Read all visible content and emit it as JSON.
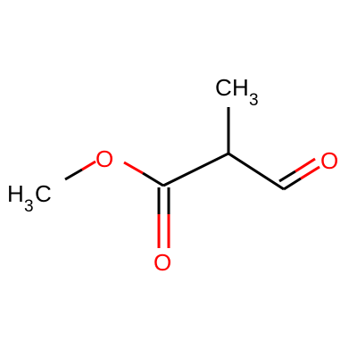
{
  "structure": {
    "atoms": {
      "ch3_left": {
        "element": "C",
        "h": "H",
        "sub": "3"
      },
      "o_ester": {
        "element": "O"
      },
      "o_carbonyl": {
        "element": "O"
      },
      "ch3_top": {
        "element": "C",
        "h": "H",
        "sub": "3"
      },
      "o_aldehyde": {
        "element": "O"
      }
    },
    "colors": {
      "bond": "#000000",
      "oxygen": "#ff0000",
      "carbon": "#000000"
    }
  }
}
